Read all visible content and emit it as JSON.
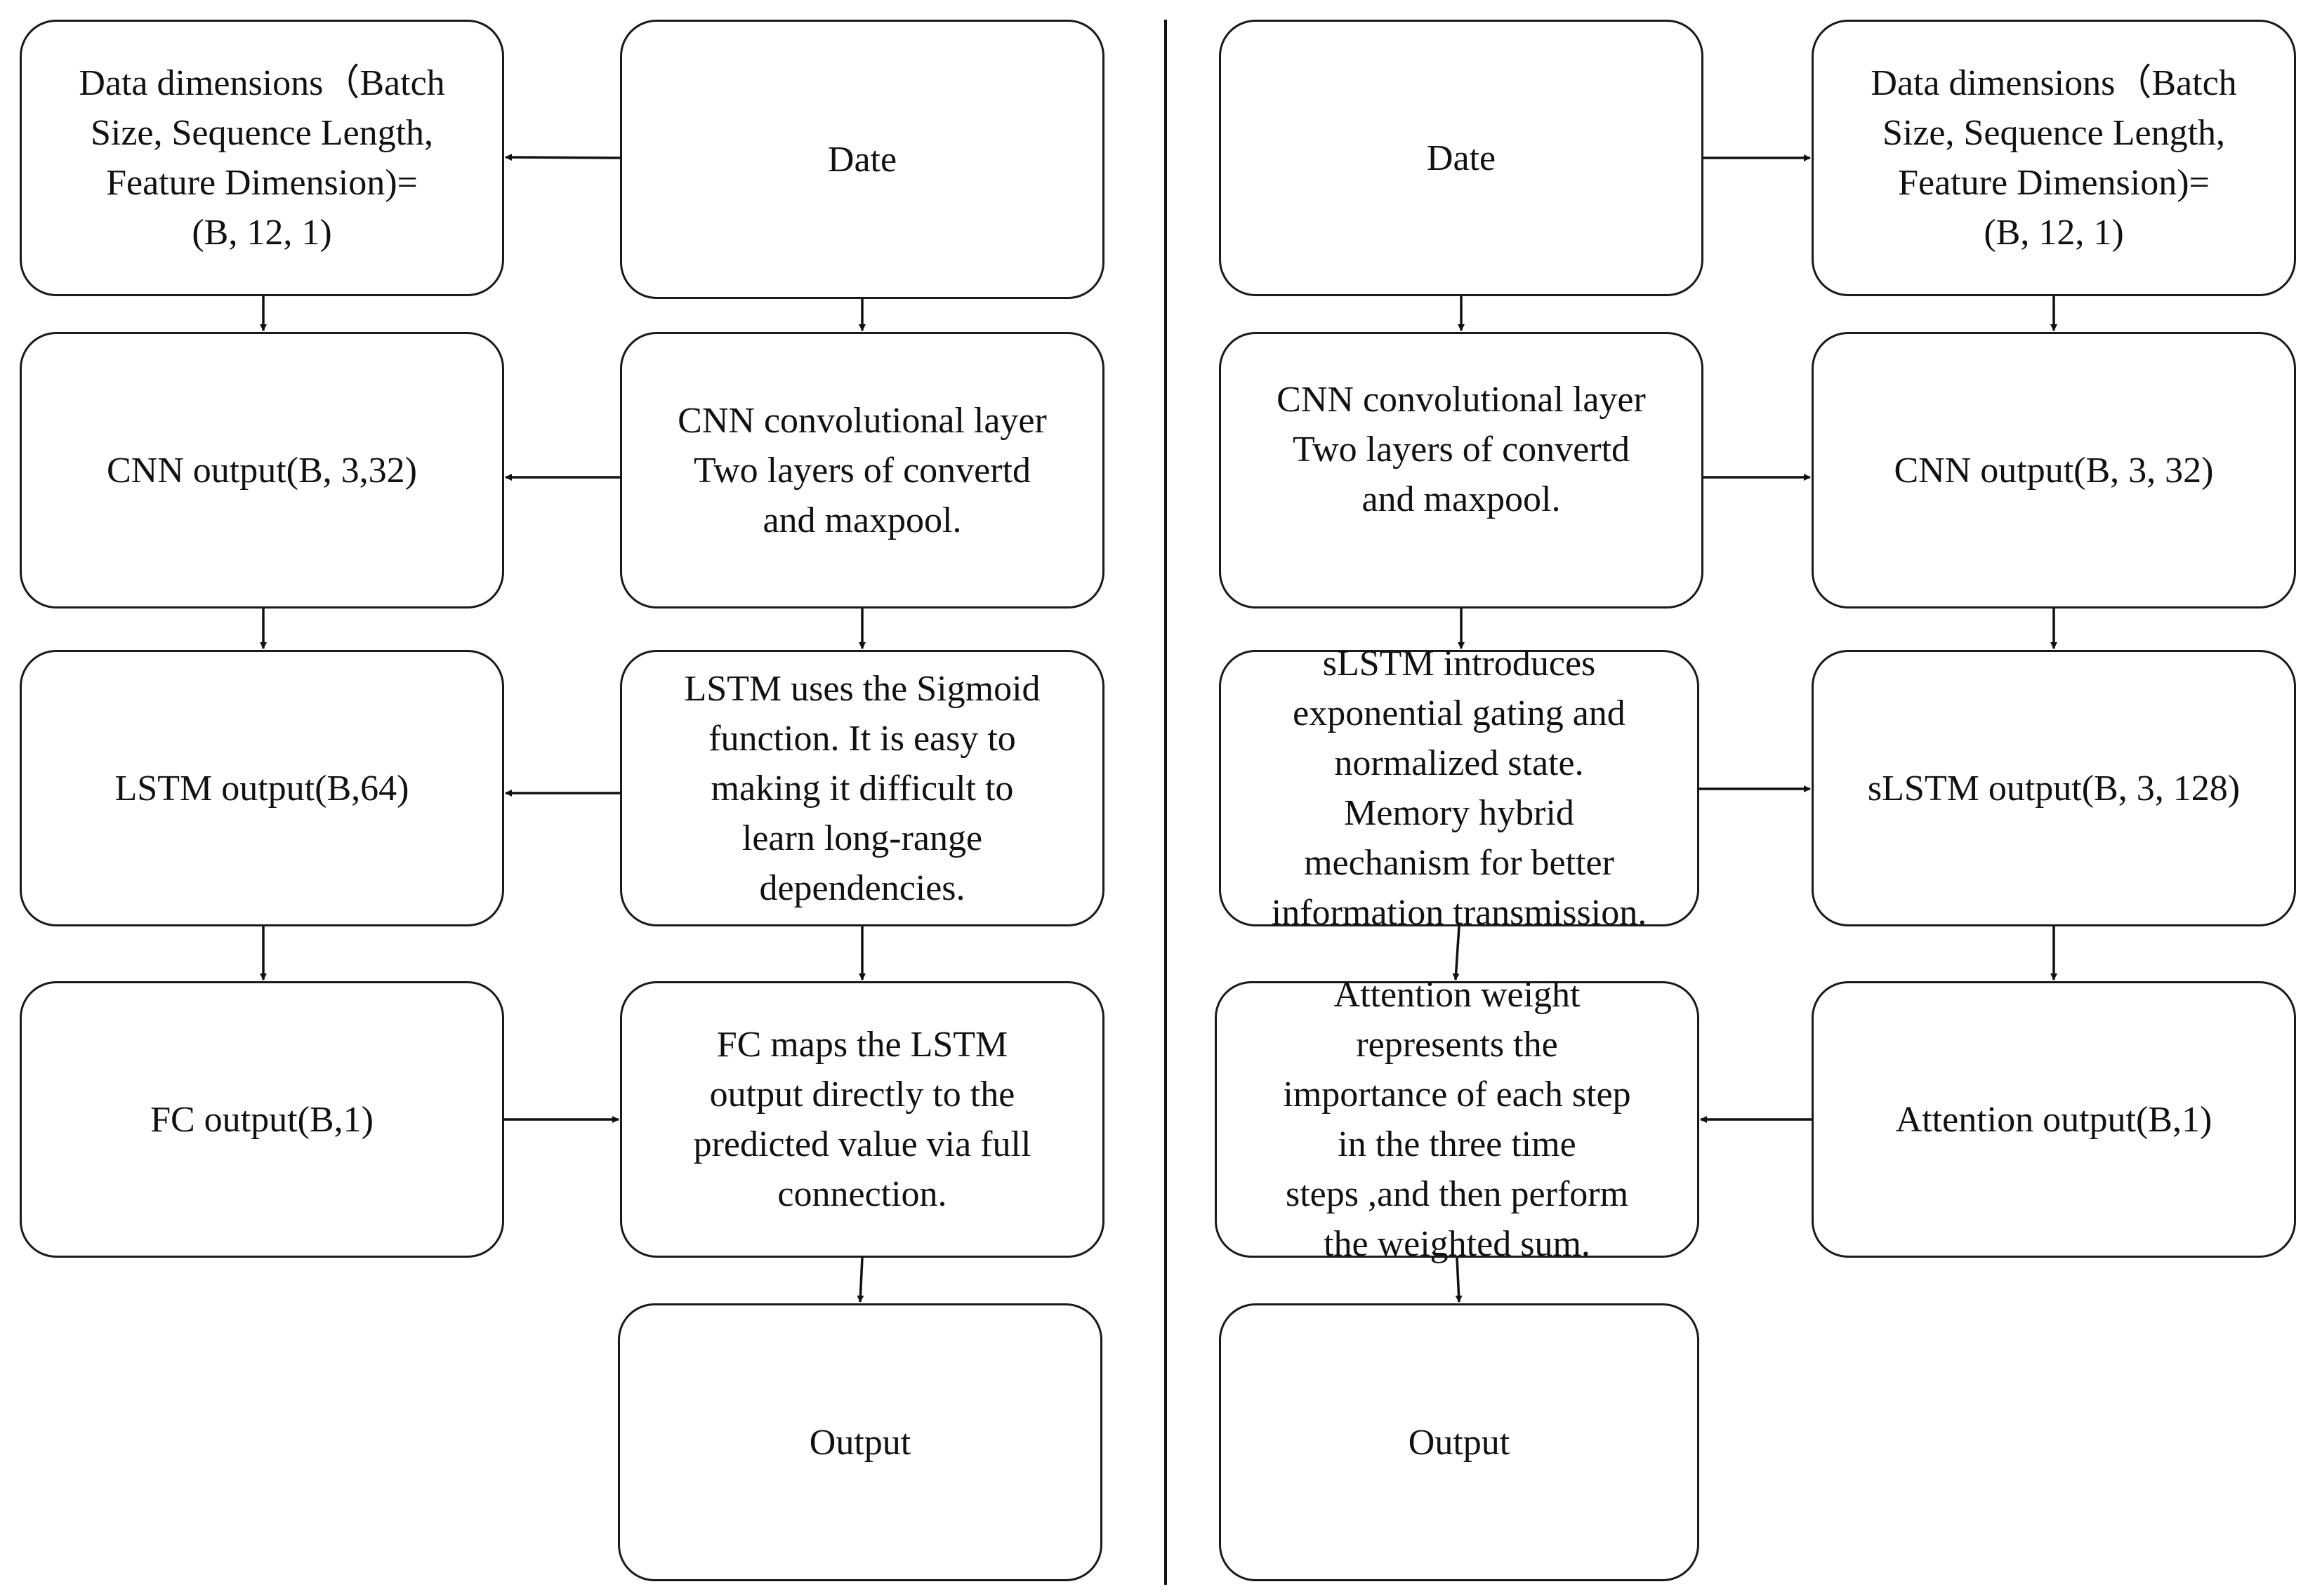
{
  "left": {
    "input": "Date",
    "dims": "Data dimensions（Batch\nSize, Sequence Length,\nFeature Dimension)=\n(B, 12, 1)",
    "cnn_desc": "CNN convolutional layer\nTwo layers of convertd\nand maxpool.",
    "cnn_out": "CNN output(B, 3,32)",
    "lstm_desc": "LSTM uses the Sigmoid\nfunction. It is easy to\nmaking it difficult to\nlearn long-range\ndependencies.",
    "lstm_out": "LSTM output(B,64)",
    "fc_out": "FC output(B,1)",
    "fc_desc": "FC maps the LSTM\noutput directly to the\npredicted value via full\nconnection.",
    "output": "Output"
  },
  "right": {
    "input": "Date",
    "dims": "Data dimensions（Batch\nSize, Sequence Length,\nFeature Dimension)=\n(B, 12, 1)",
    "cnn_desc": "CNN convolutional layer\nTwo layers of convertd\nand maxpool.",
    "cnn_out": "CNN output(B, 3, 32)",
    "slstm_desc": "sLSTM introduces\nexponential gating and\nnormalized state.\nMemory hybrid\nmechanism for better\ninformation transmission.",
    "slstm_out": "sLSTM output(B, 3, 128)",
    "attn_desc": "Attention weight\nrepresents the\nimportance of each step\nin the three time\nsteps ,and then perform\nthe weighted sum.",
    "attn_out": "Attention output(B,1)",
    "output": "Output"
  }
}
